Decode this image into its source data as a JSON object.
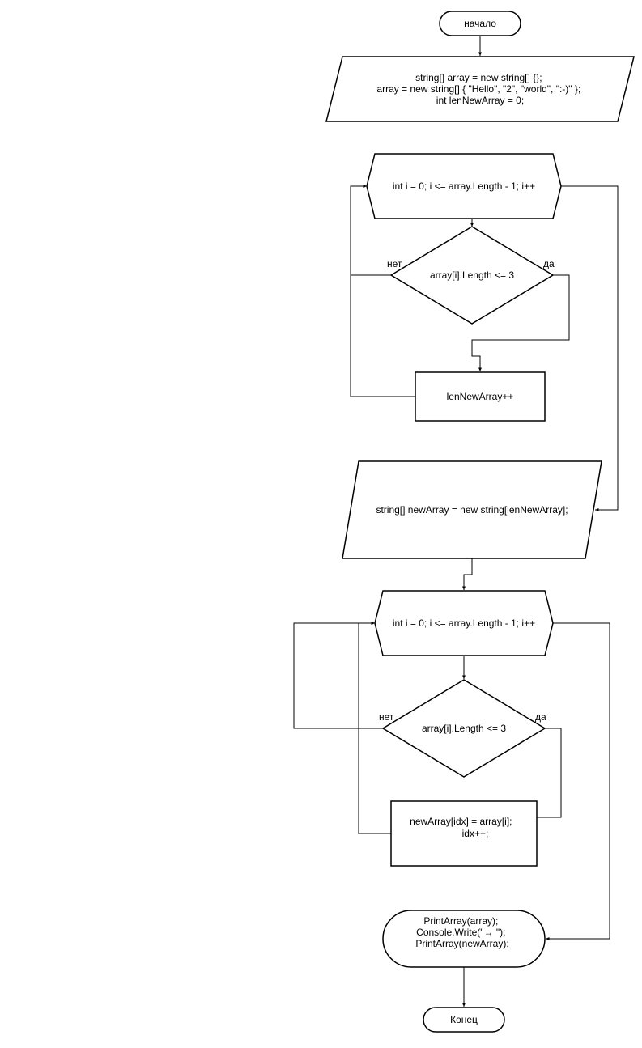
{
  "nodes": {
    "start": "начало",
    "init": [
      "string[] array = new string[] {};",
      "array = new string[] { \"Hello\", \"2\", \"world\", \":-)\" };",
      "int lenNewArray = 0;"
    ],
    "loop1": "int i = 0; i <= array.Length - 1; i++",
    "cond1": "array[i].Length <= 3",
    "inc": "lenNewArray++",
    "newarr": "string[] newArray = new string[lenNewArray];",
    "loop2": "int i = 0; i <= array.Length - 1; i++",
    "cond2": "array[i].Length <= 3",
    "assign": [
      "newArray[idx] = array[i];",
      "idx++;"
    ],
    "print": [
      "PrintArray(array);",
      "Console.Write(\"→ \");",
      "PrintArray(newArray);"
    ],
    "end": "Конец"
  },
  "edge_labels": {
    "cond1_no": "нет",
    "cond1_yes": "да",
    "cond2_no": "нет",
    "cond2_yes": "да"
  }
}
